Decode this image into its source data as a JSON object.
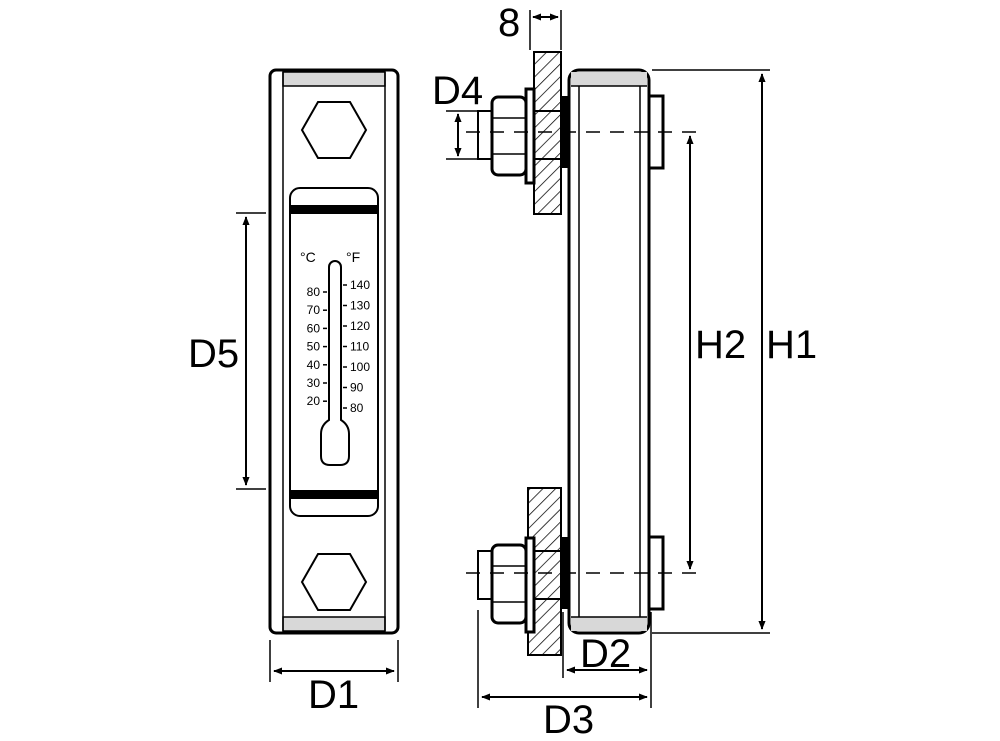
{
  "dimensions": {
    "d1": "D1",
    "d2": "D2",
    "d3": "D3",
    "d4": "D4",
    "d5": "D5",
    "h1": "H1",
    "h2": "H2",
    "wall": "8"
  },
  "thermometer": {
    "celsius_unit": "°C",
    "fahrenheit_unit": "°F",
    "celsius_ticks": [
      "80",
      "70",
      "60",
      "50",
      "40",
      "30",
      "20"
    ],
    "fahrenheit_ticks": [
      "140",
      "130",
      "120",
      "110",
      "100",
      "90",
      "80"
    ]
  },
  "colors": {
    "line": "#000000",
    "cap_fill": "#d8d8d8",
    "background": "#ffffff"
  }
}
